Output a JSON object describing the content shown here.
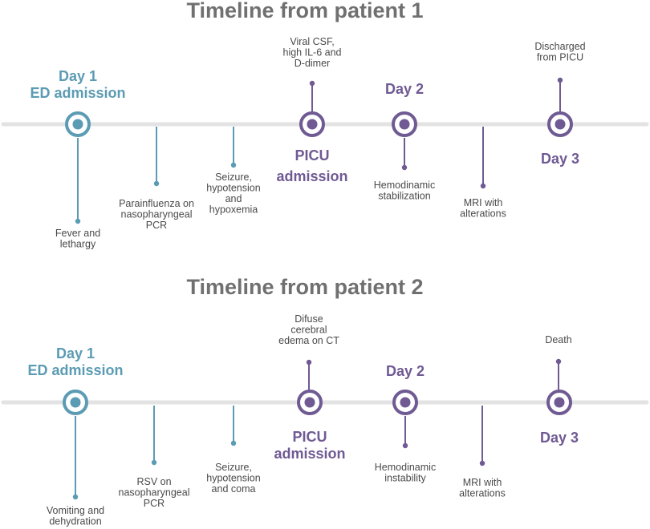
{
  "colors": {
    "title": "#707070",
    "teal": "#5b9bb3",
    "purple": "#6f5a93",
    "axis": "#e3e3e3",
    "event_text": "#4a4a4a"
  },
  "timelines": [
    {
      "title": "Timeline from patient 1",
      "milestones": [
        {
          "id": "day1",
          "lines": [
            "Day 1",
            "ED admission"
          ],
          "color": "teal"
        },
        {
          "id": "picu",
          "lines": [
            "PICU",
            "admission"
          ],
          "color": "purple"
        },
        {
          "id": "day2",
          "lines": [
            "Day 2"
          ],
          "color": "purple"
        },
        {
          "id": "day3",
          "lines": [
            "Day 3"
          ],
          "color": "purple"
        }
      ],
      "events": [
        {
          "id": "fever",
          "lines": [
            "Fever and",
            "lethargy"
          ]
        },
        {
          "id": "parainfluenza",
          "lines": [
            "Parainfluenza on",
            "nasopharyngeal",
            "PCR"
          ]
        },
        {
          "id": "seizure",
          "lines": [
            "Seizure,",
            "hypotension",
            "and",
            "hypoxemia"
          ]
        },
        {
          "id": "csf",
          "lines": [
            "Viral CSF,",
            "high IL-6 and",
            "D-dimer"
          ]
        },
        {
          "id": "hemo",
          "lines": [
            "Hemodinamic",
            "stabilization"
          ]
        },
        {
          "id": "mri",
          "lines": [
            "MRI with",
            "alterations"
          ]
        },
        {
          "id": "outcome",
          "lines": [
            "Discharged",
            "from PICU"
          ]
        }
      ]
    },
    {
      "title": "Timeline from patient 2",
      "milestones": [
        {
          "id": "day1",
          "lines": [
            "Day 1",
            "ED admission"
          ],
          "color": "teal"
        },
        {
          "id": "picu",
          "lines": [
            "PICU",
            "admission"
          ],
          "color": "purple"
        },
        {
          "id": "day2",
          "lines": [
            "Day 2"
          ],
          "color": "purple"
        },
        {
          "id": "day3",
          "lines": [
            "Day 3"
          ],
          "color": "purple"
        }
      ],
      "events": [
        {
          "id": "vomiting",
          "lines": [
            "Vomiting and",
            "dehydration"
          ]
        },
        {
          "id": "rsv",
          "lines": [
            "RSV on",
            "nasopharyngeal",
            "PCR"
          ]
        },
        {
          "id": "seizure",
          "lines": [
            "Seizure,",
            "hypotension",
            "and coma"
          ]
        },
        {
          "id": "ct",
          "lines": [
            "Difuse",
            "cerebral",
            "edema on CT"
          ]
        },
        {
          "id": "hemo",
          "lines": [
            "Hemodinamic",
            "instability"
          ]
        },
        {
          "id": "mri",
          "lines": [
            "MRI with",
            "alterations"
          ]
        },
        {
          "id": "outcome",
          "lines": [
            "Death"
          ]
        }
      ]
    }
  ]
}
